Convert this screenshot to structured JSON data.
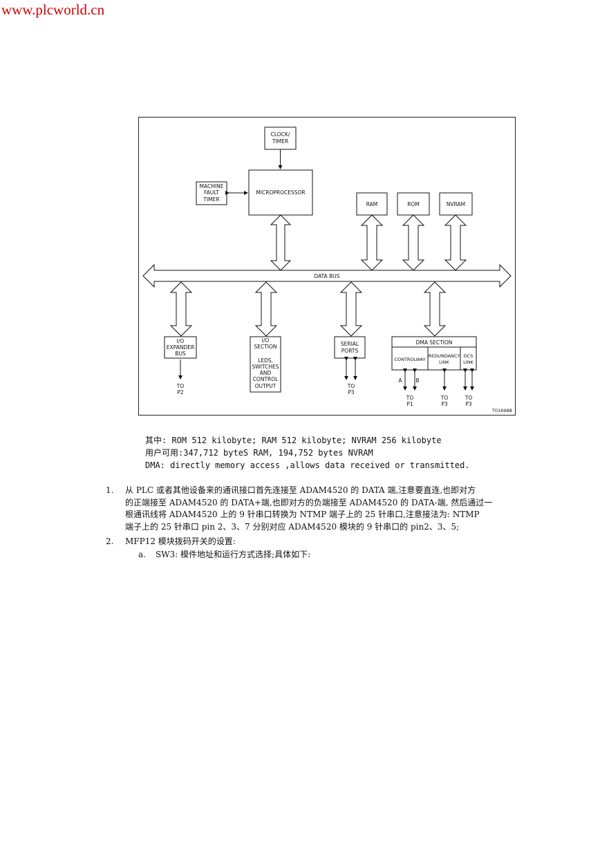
{
  "watermark": "www.plcworld.cn",
  "diagram": {
    "clock_timer": [
      "CLOCK/",
      "TIMER"
    ],
    "machine_fault_timer": [
      "MACHINE",
      "FAULT",
      "TIMER"
    ],
    "microprocessor": "MICROPROCESSOR",
    "ram": "RAM",
    "rom": "ROM",
    "nvram": "NVRAM",
    "data_bus": "DATA BUS",
    "io_expander_bus": [
      "I/O",
      "EXPANDER",
      "BUS"
    ],
    "io_section": [
      "I/O",
      "SECTION"
    ],
    "io_section_detail": [
      "LEDS,",
      "SWITCHES",
      "AND",
      "CONTROL",
      "OUTPUT"
    ],
    "serial_ports": [
      "SERIAL",
      "PORTS"
    ],
    "dma_section": "DMA SECTION",
    "controlway": "CONTROLWAY",
    "redundancy_link": [
      "REDUNDANCY",
      "LINK"
    ],
    "dcs_link": [
      "DCS",
      "LINK"
    ],
    "to_p2": [
      "TO",
      "P2"
    ],
    "to_p3_serial": [
      "TO",
      "P3"
    ],
    "label_a": "A",
    "label_b": "B",
    "to_p1": [
      "TO",
      "P1"
    ],
    "to_p3_redundancy": [
      "TO",
      "P3"
    ],
    "to_p3_dcs": [
      "TO",
      "P3"
    ],
    "figure_id": "T01698B"
  },
  "notes": [
    "其中: ROM 512 kilobyte; RAM 512 kilobyte; NVRAM 256 kilobyte",
    "用户可用:347,712 byteS RAM,       194,752 bytes NVRAM",
    "DMA: directly memory access ,allows data received or transmitted."
  ],
  "list": [
    {
      "num": "1.",
      "lines": [
        "从 PLC 或者其他设备来的通讯接口首先连接至 ADAM4520 的 DATA 端,注意要直连,也即对方",
        "的正端接至 ADAM4520 的 DATA+端,也即对方的负端接至 ADAM4520 的 DATA-端, 然后通过一",
        "根通讯线将 ADAM4520 上的 9 针串口转换为 NTMP 端子上的 25 针串口,注意接法为:  NTMP",
        "端子上的 25 针串口 pin 2、3、7 分别对应 ADAM4520 模块的 9 针串口的 pin2、3、5;"
      ]
    },
    {
      "num": "2.",
      "lines": [
        "MFP12 模块拨码开关的设置:"
      ]
    }
  ],
  "sublist": [
    {
      "num": "a.",
      "text": "SW3: 模件地址和运行方式选择;具体如下:"
    }
  ]
}
